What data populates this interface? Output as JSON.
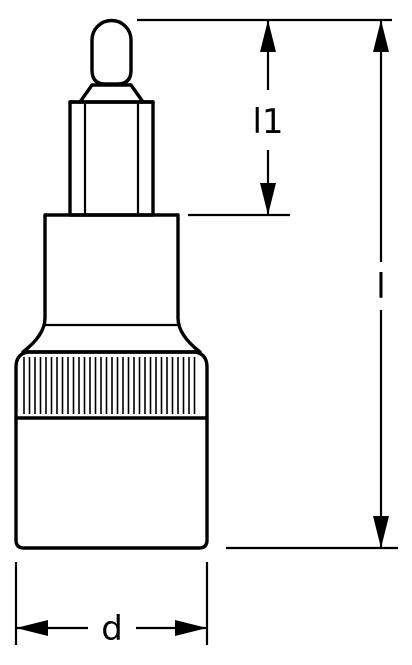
{
  "drawing": {
    "dimensions": {
      "shank_length_label": "l1",
      "total_length_label": "l",
      "diameter_label": "d"
    },
    "colors": {
      "line": "#000000",
      "background": "#ffffff"
    }
  }
}
